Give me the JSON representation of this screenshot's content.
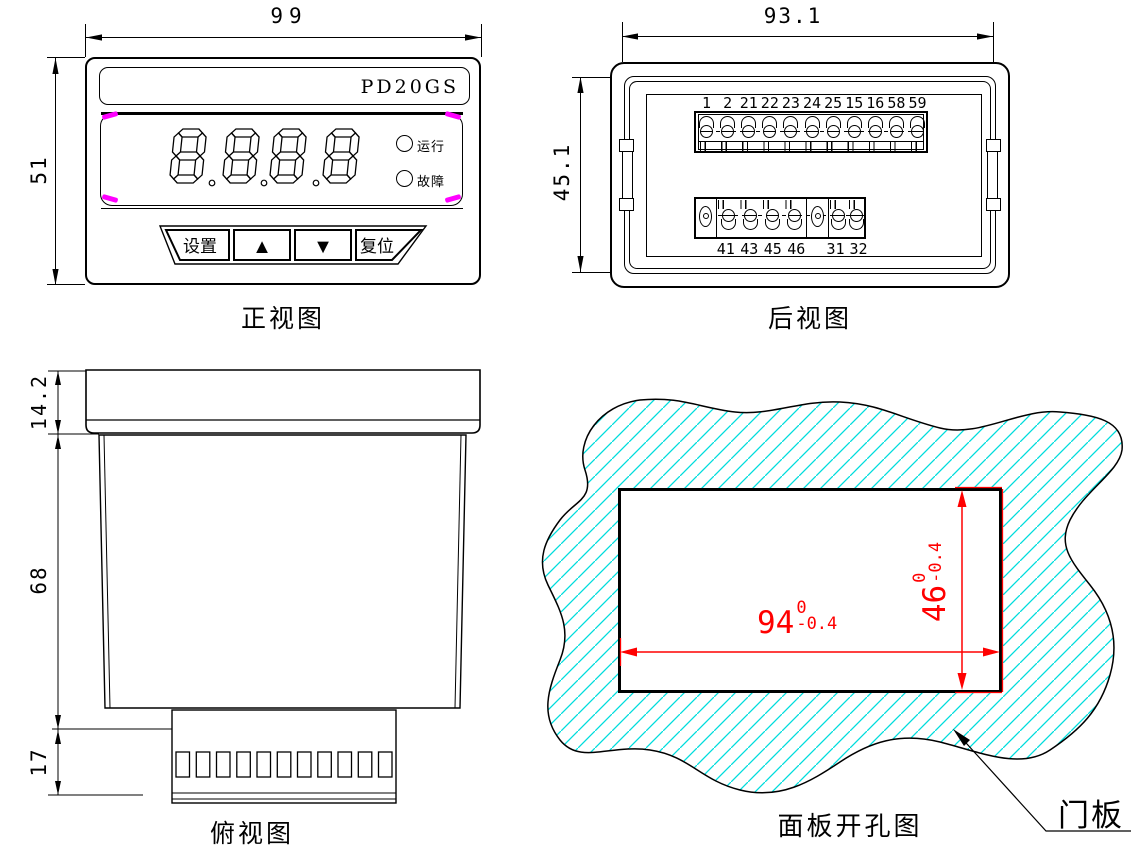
{
  "front": {
    "title": "正视图",
    "model": "PD20GS",
    "dims": {
      "width": "99",
      "height": "51"
    },
    "led_run": "运行",
    "led_fault": "故障",
    "buttons": {
      "set": "设置",
      "up": "▲",
      "down": "▼",
      "reset": "复位"
    }
  },
  "rear": {
    "title": "后视图",
    "dims": {
      "width": "93.1",
      "height": "45.1"
    },
    "top_terminals": [
      "1",
      "2",
      "21",
      "22",
      "23",
      "24",
      "25",
      "15",
      "16",
      "58",
      "59"
    ],
    "bottom_left_terminals": [
      "41",
      "43",
      "45",
      "46"
    ],
    "bottom_right_terminals": [
      "31",
      "32"
    ]
  },
  "top": {
    "title": "俯视图",
    "dims": {
      "bezel": "14.2",
      "body": "68",
      "terminal": "17"
    }
  },
  "cutout": {
    "title": "面板开孔图",
    "door_label": "门板",
    "width_dim": {
      "main": "94",
      "tol_top": "0",
      "tol_bottom": "-0.4"
    },
    "height_dim": {
      "main": "46",
      "tol_top": "0",
      "tol_bottom": "-0.4"
    }
  },
  "colors": {
    "line": "#000000",
    "dim_red": "#ff0000",
    "corner_magenta": "#ff00ff",
    "hatch_cyan": "#00dcdc"
  }
}
